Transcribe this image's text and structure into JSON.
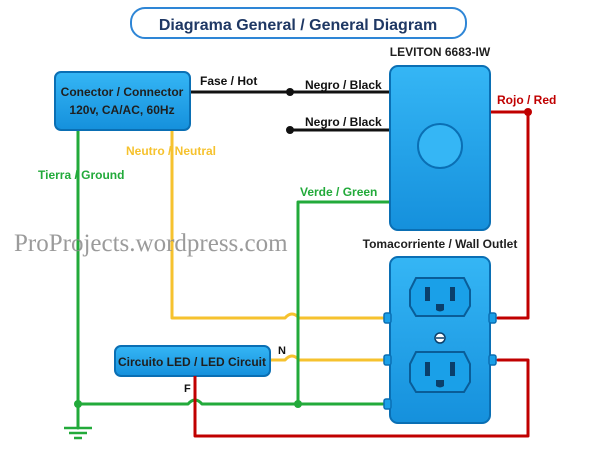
{
  "title": "Diagrama General / General Diagram",
  "switch": {
    "model": "LEVITON 6683-IW"
  },
  "connector": {
    "line1": "Conector / Connector",
    "line2": "120v, CA/AC, 60Hz"
  },
  "outlet": {
    "label": "Tomacorriente / Wall Outlet"
  },
  "led_circuit": {
    "label": "Circuito LED / LED Circuit",
    "n_label": "N",
    "f_label": "F"
  },
  "wires": {
    "hot": "Fase / Hot",
    "black1": "Negro / Black",
    "black2": "Negro / Black",
    "red": "Rojo / Red",
    "neutral": "Neutro / Neutral",
    "ground": "Tierra / Ground",
    "green": "Verde / Green"
  },
  "watermark": "ProProjects.wordpress.com",
  "colors": {
    "black": "#111111",
    "red": "#c00000",
    "yellow": "#f6c22e",
    "green": "#22aa3a",
    "device_fill": "#1aa0e8",
    "device_stroke": "#0a6fb4",
    "text_blue": "#1f3864"
  }
}
